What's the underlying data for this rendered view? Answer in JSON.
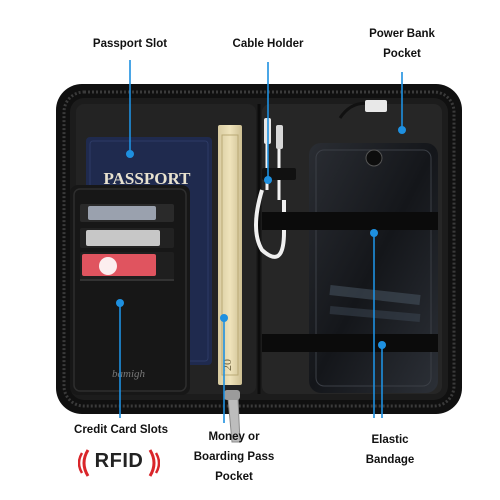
{
  "labels": {
    "passport_slot": "Passport Slot",
    "cable_holder": "Cable Holder",
    "power_bank_line1": "Power Bank",
    "power_bank_line2": "Pocket",
    "credit_card_slots": "Credit Card Slots",
    "money_line1": "Money or",
    "money_line2": "Boarding Pass",
    "money_line3": "Pocket",
    "elastic_line1": "Elastic",
    "elastic_line2": "Bandage"
  },
  "product": {
    "passport_title": "PASSPORT",
    "brand": "bamigh",
    "banknote_value": "20"
  },
  "badge": {
    "rfid": "RFID"
  },
  "colors": {
    "pointer_blue": "#1e90e0",
    "organizer_black": "#1c1c1c",
    "passport_navy": "#1f2a4e",
    "rfid_red": "#d9252a"
  }
}
